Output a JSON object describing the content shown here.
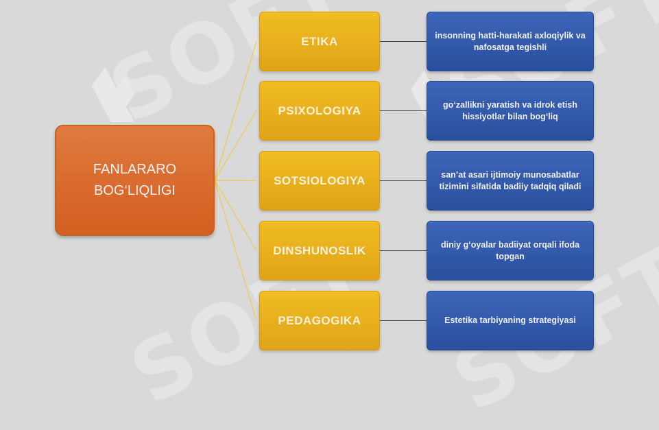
{
  "root": {
    "line1": "FANLARARO",
    "line2": "BOG‘LIQLIGI"
  },
  "branches": [
    {
      "label": "ETIKA",
      "description": "insonning hatti-harakati axloqiylik va nafosatga tegishli"
    },
    {
      "label": "PSIXOLOGIYA",
      "description": "go‘zallikni yaratish va idrok etish hissiyotlar bilan bog‘liq"
    },
    {
      "label": "SOTSIOLOGIYA",
      "description": "san’at asari ijtimoiy munosabatlar tizimini sifatida badiiy tadqiq qiladi"
    },
    {
      "label": "DINSHUNOSLIK",
      "description": "diniy g‘oyalar badiiyat orqali ifoda topgan"
    },
    {
      "label": "PEDAGOGIKA",
      "description": "Estetika tarbiyaning strategiyasi"
    }
  ],
  "watermark": {
    "text": "SOFT"
  },
  "colors": {
    "background": "#d9d9d9",
    "root": "#d9672a",
    "category": "#ebb01e",
    "description": "#3358a8",
    "connector_yellow": "#f2c94c",
    "connector_dark": "#4a4a4a"
  }
}
